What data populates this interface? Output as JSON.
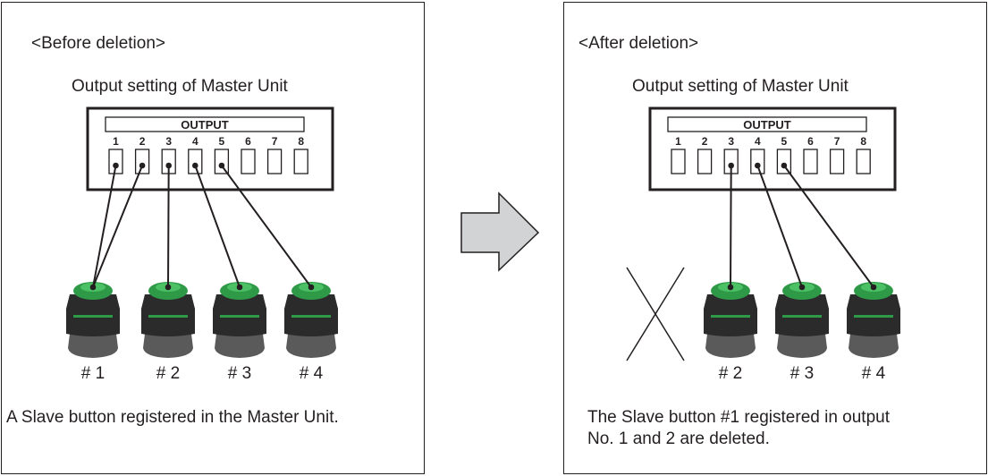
{
  "colors": {
    "line": "#231f20",
    "arrow_fill": "#d1d3d4",
    "button_cap": "#2e9a47",
    "button_body": "#2b2b2b",
    "button_base": "#5a5a5a"
  },
  "icons": {
    "button": "emergency-push-button-icon",
    "arrow": "right-arrow-icon",
    "cross": "cross-mark-icon"
  },
  "before": {
    "heading": "<Before deletion>",
    "title": "Output setting of Master Unit",
    "output_label": "OUTPUT",
    "output_numbers": [
      "1",
      "2",
      "3",
      "4",
      "5",
      "6",
      "7",
      "8"
    ],
    "buttons": [
      {
        "label": "# 1",
        "outputs": [
          1,
          2
        ]
      },
      {
        "label": "# 2",
        "outputs": [
          3
        ]
      },
      {
        "label": "# 3",
        "outputs": [
          4
        ]
      },
      {
        "label": "# 4",
        "outputs": [
          5
        ]
      }
    ],
    "caption": "A Slave button registered in the Master Unit."
  },
  "after": {
    "heading": "<After deletion>",
    "title": "Output setting of Master Unit",
    "output_label": "OUTPUT",
    "output_numbers": [
      "1",
      "2",
      "3",
      "4",
      "5",
      "6",
      "7",
      "8"
    ],
    "buttons": [
      {
        "label": "",
        "outputs": [],
        "deleted": true
      },
      {
        "label": "# 2",
        "outputs": [
          3
        ]
      },
      {
        "label": "# 3",
        "outputs": [
          4
        ]
      },
      {
        "label": "# 4",
        "outputs": [
          5
        ]
      }
    ],
    "caption": "The Slave button #1 registered in output\nNo. 1 and 2 are deleted."
  }
}
